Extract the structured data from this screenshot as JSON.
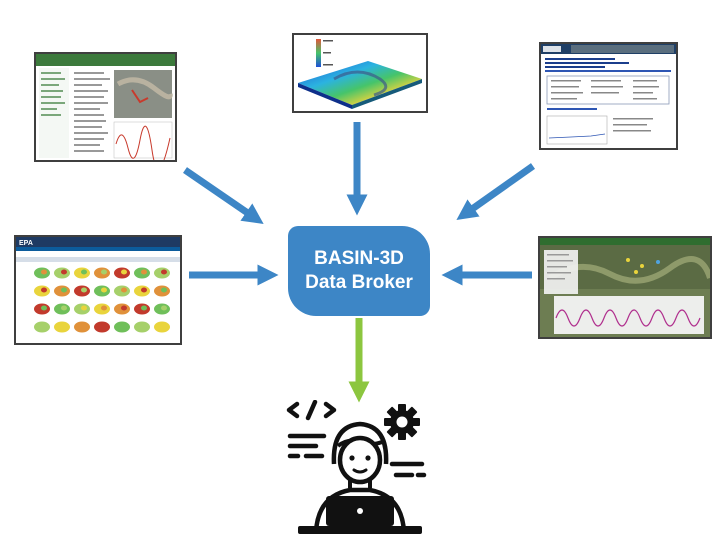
{
  "broker": {
    "line1": "BASIN-3D",
    "line2": "Data Broker"
  },
  "sources": [
    {
      "name": "source-topleft-web-app"
    },
    {
      "name": "source-top-3d-model"
    },
    {
      "name": "source-topright-usgs-report"
    },
    {
      "name": "source-left-epa-maps"
    },
    {
      "name": "source-right-map-timeseries"
    }
  ],
  "epa": {
    "logo": "EPA"
  },
  "colors": {
    "arrow_blue": "#3d86c6",
    "arrow_green": "#8cc63f",
    "broker_fill": "#3d86c6"
  },
  "icons": {
    "user": "developer-at-laptop-icon",
    "code": "code-icon",
    "gear": "gear-icon"
  }
}
